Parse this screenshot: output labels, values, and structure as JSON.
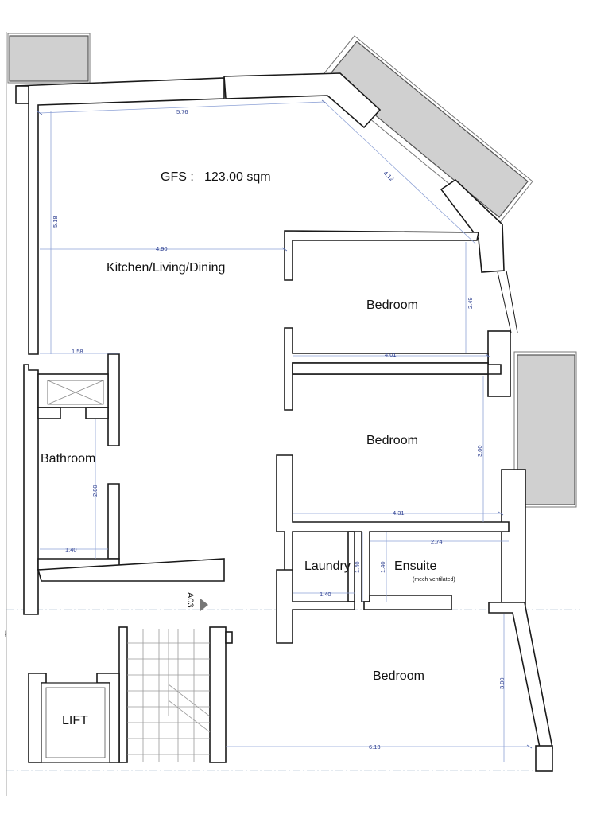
{
  "summary": {
    "gfs_label": "GFS :",
    "gfs_value": "123.00 sqm"
  },
  "rooms": {
    "kitchen": "Kitchen/Living/Dining",
    "bedroom_1": "Bedroom",
    "bedroom_2": "Bedroom",
    "bedroom_3": "Bedroom",
    "bathroom": "Bathroom",
    "laundry": "Laundry",
    "ensuite": "Ensuite",
    "ensuite_note": "(mech ventilated)",
    "lift": "LIFT"
  },
  "dimensions": {
    "living_width": "5.76",
    "living_diagonal": "4.12",
    "living_height": "5.18",
    "living_inner": "4.90",
    "bedroom1_height": "2.49",
    "bedroom1_width": "4.01",
    "corridor_width": "1.58",
    "bedroom2_height": "3.00",
    "bedroom2_width": "4.31",
    "bathroom_height": "2.80",
    "bathroom_width": "1.40",
    "laundry_height": "1.40",
    "laundry_width": "1.40",
    "ensuite_height": "1.40",
    "ensuite_width": "2.74",
    "bedroom3_height": "3.00",
    "bedroom3_width": "6.13"
  },
  "section_marker": "A03",
  "colors": {
    "wall": "#1a1a1a",
    "balcony": "#d0d0d0",
    "dimension": "#2a3c8f"
  }
}
